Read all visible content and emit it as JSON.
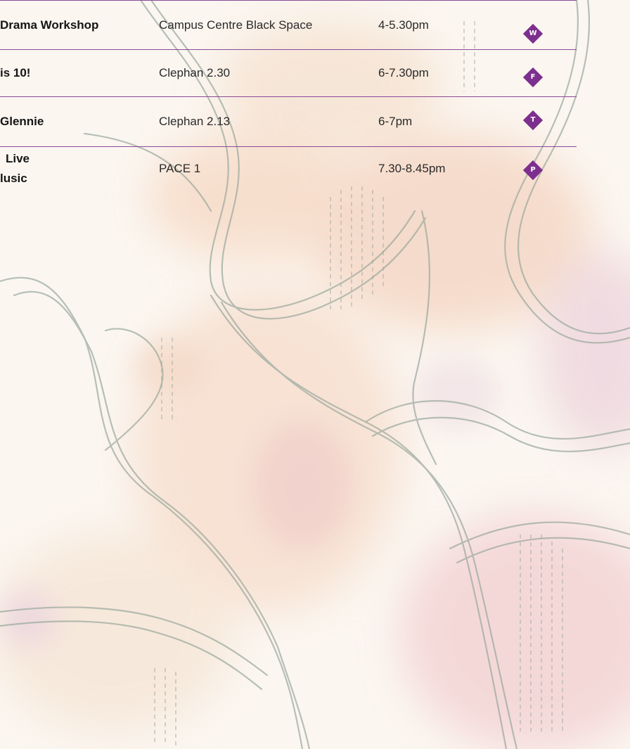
{
  "schedule": {
    "rows": [
      {
        "title": "Drama Workshop",
        "venue": "Campus Centre Black Space",
        "time": "4-5.30pm",
        "badge": "W"
      },
      {
        "title": "is 10!",
        "venue": "Clephan 2.30",
        "time": "6-7.30pm",
        "badge": "F"
      },
      {
        "title": "Glennie",
        "venue": "Clephan 2.13",
        "time": "6-7pm",
        "badge": "T"
      },
      {
        "title_line1": "Live",
        "title_line2": "lusic",
        "venue": "PACE 1",
        "time": "7.30-8.45pm",
        "badge": "P"
      }
    ]
  },
  "colors": {
    "rule": "#8a4a98",
    "badge": "#7d2f8e",
    "background": "#fbf5ef",
    "line_art": "#9aa89d"
  }
}
